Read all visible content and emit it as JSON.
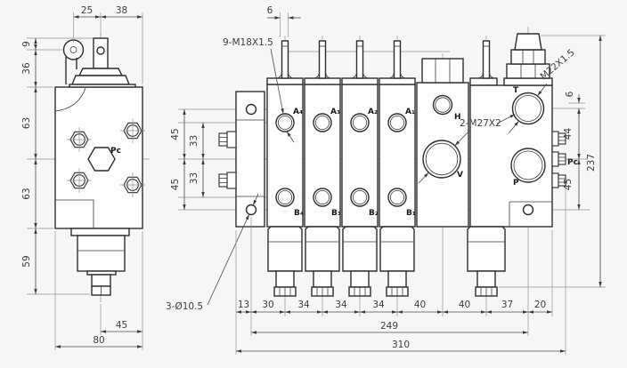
{
  "drawing": {
    "view_side": {
      "dims_top": [
        "25",
        "38"
      ],
      "dims_left": [
        "9",
        "36",
        "63",
        "63",
        "59"
      ],
      "dims_bottom": [
        "45",
        "80"
      ],
      "plug_label": "Pc"
    },
    "view_front": {
      "callouts": {
        "ports_a": "9-M18X1.5",
        "main_ports": "2-M27X2",
        "relief_port": "M22X1.5",
        "mount_holes": "3-Ø10.5"
      },
      "port_labels": {
        "a4": "A₄",
        "a3": "A₃",
        "a2": "A₂",
        "a1": "A₁",
        "b4": "B₄",
        "b3": "B₃",
        "b2": "B₂",
        "b1": "B₁",
        "h": "H",
        "v": "V",
        "t": "T",
        "p": "P",
        "pc": "Pc"
      },
      "dims_top": [
        "6"
      ],
      "dims_left": [
        "45",
        "33",
        "33",
        "45"
      ],
      "dims_right": [
        "6",
        "44",
        "45",
        "237"
      ],
      "dims_bottom": [
        "13",
        "30",
        "34",
        "34",
        "34",
        "40",
        "40",
        "37",
        "20"
      ],
      "dims_overall": [
        "249",
        "310"
      ]
    }
  }
}
